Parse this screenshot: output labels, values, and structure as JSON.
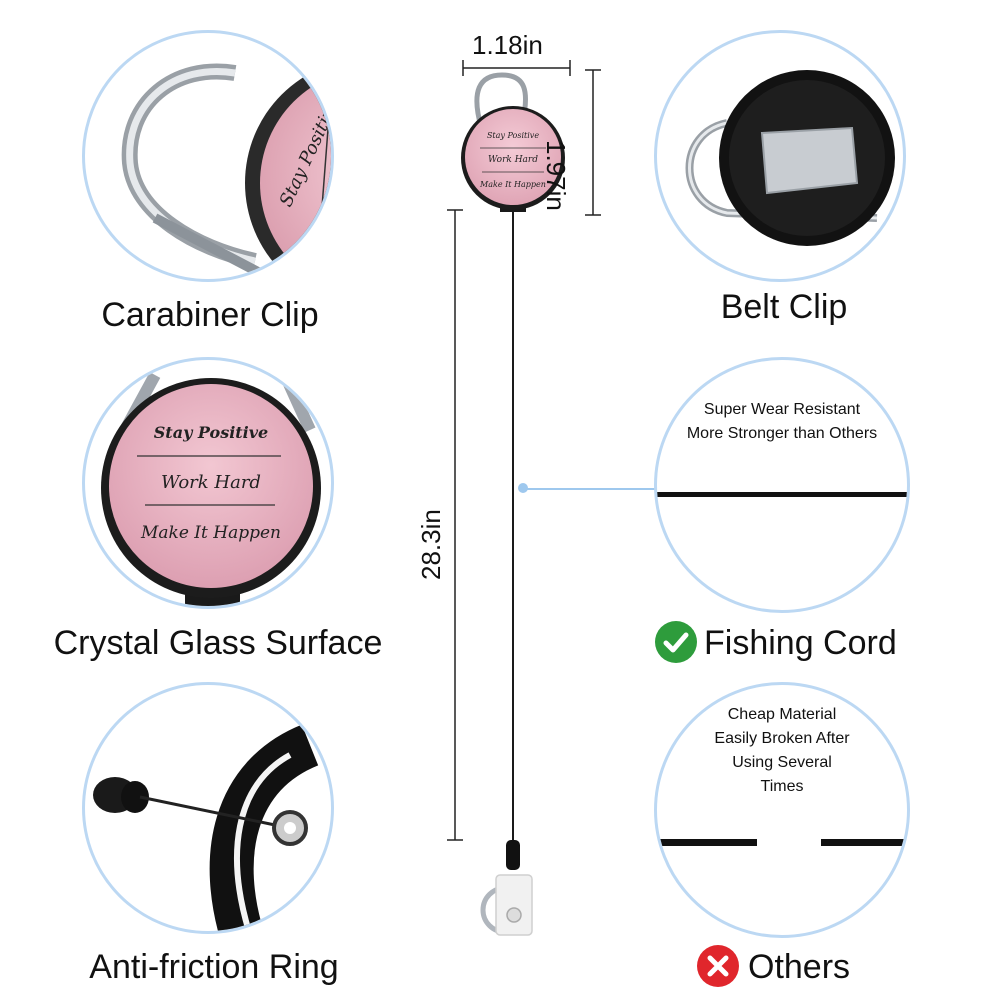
{
  "features": {
    "carabiner_label": "Carabiner Clip",
    "belt_label": "Belt Clip",
    "crystal_label": "Crystal Glass Surface",
    "ring_label": "Anti-friction Ring"
  },
  "badge_text": {
    "line1": "Stay Positive",
    "line2": "Work Hard",
    "line3": "Make It Happen"
  },
  "dimensions": {
    "width": "1.18in",
    "height": "1.97in",
    "cord_length": "28.3in"
  },
  "comparison": {
    "good": {
      "label": "Fishing Cord",
      "notes": [
        "Super Wear Resistant",
        "More Stronger than Others"
      ],
      "icon": "check-icon",
      "color": "#2e9c3c"
    },
    "bad": {
      "label": "Others",
      "notes": [
        "Cheap Material",
        "Easily Broken After",
        "Using Several",
        "Times"
      ],
      "icon": "x-icon",
      "color": "#e0262c"
    }
  },
  "colors": {
    "circle_border": "#bcd8f3",
    "badge_pink": "#eab6c4"
  }
}
